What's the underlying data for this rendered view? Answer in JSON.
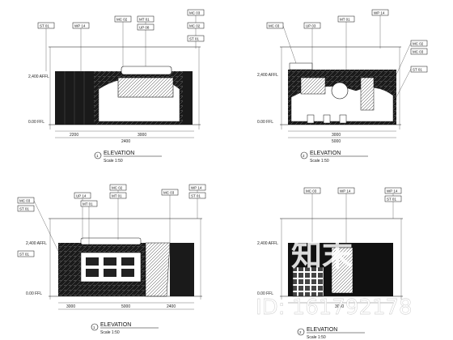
{
  "watermark": {
    "brand": "知末",
    "id": "ID: 161792178"
  },
  "panels": [
    {
      "number": "1",
      "title": "ELEVATION",
      "scale": "Scale 1:50",
      "tags": [
        "ST 01",
        "WP 14",
        "MC 02",
        "MT 01",
        "UP 08",
        "MC 03",
        "MC 02",
        "ST 01"
      ],
      "dims": [
        "2200",
        "3000",
        "2400"
      ],
      "levels": [
        "2,400 AFFL",
        "0.00 FFL"
      ]
    },
    {
      "number": "2",
      "title": "ELEVATION",
      "scale": "Scale 1:50",
      "tags": [
        "MC 03",
        "UP 03",
        "MT 01",
        "WP 14",
        "MC 02",
        "MC 03",
        "ST 01"
      ],
      "dims": [
        "3000",
        "5000"
      ],
      "levels": [
        "2,400 AFFL",
        "0.00 FFL"
      ]
    },
    {
      "number": "1",
      "title": "ELEVATION",
      "scale": "Scale 1:50",
      "tags": [
        "MC 03",
        "ST 01",
        "UP 14",
        "MT 01",
        "MC 02",
        "MT 01",
        "MC 03",
        "WP 14",
        "ST 01",
        "ST 01"
      ],
      "dims": [
        "3000",
        "5000",
        "2400"
      ],
      "levels": [
        "2,400 AFFL",
        "0.00 FFL"
      ]
    },
    {
      "number": "2",
      "title": "ELEVATION",
      "scale": "Scale 1:50",
      "tags": [
        "MC 03",
        "WP 14",
        "WP 14",
        "ST 01"
      ],
      "dims": [
        "3000"
      ],
      "levels": [
        "2,400 AFFL",
        "0.00 FFL"
      ]
    }
  ]
}
